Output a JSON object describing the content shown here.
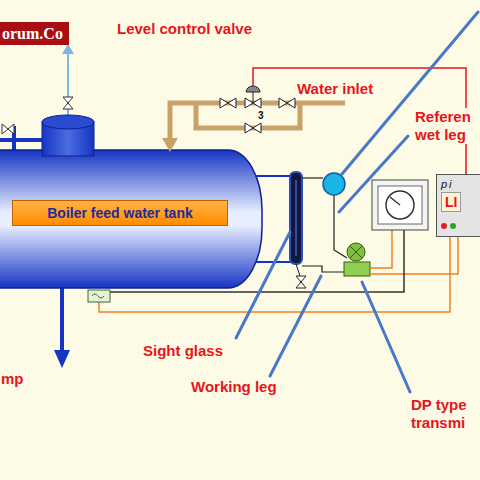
{
  "diagram": {
    "nodes": [
      {
        "text": [
          "Boiler feed water tank"
        ]
      },
      {
        "text": [
          "pi",
          "LI"
        ]
      }
    ],
    "labels": [
      "orum.Co",
      "Level control valve",
      "Water inlet",
      "3",
      "Referen wet leg",
      "Sight glass",
      "Working leg",
      "DP type transmi",
      "mp"
    ]
  }
}
